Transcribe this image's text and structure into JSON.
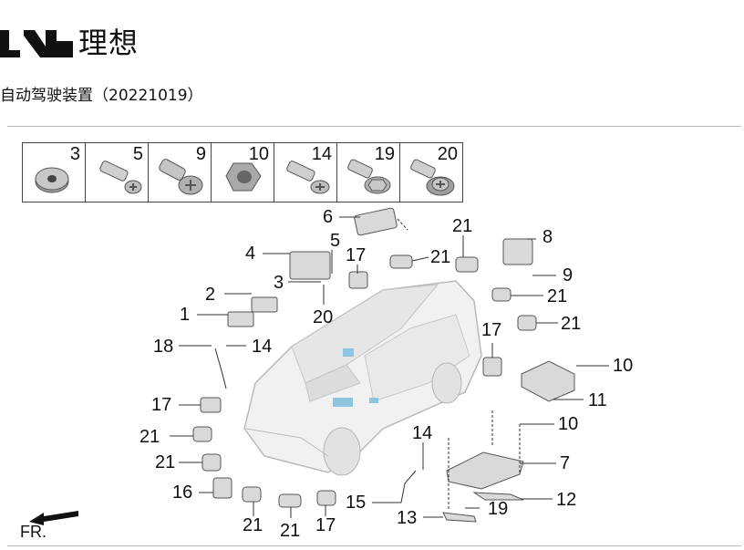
{
  "brand": {
    "name": "理想"
  },
  "document": {
    "subtitle": "自动驾驶装置（20221019）"
  },
  "hardware_strip": [
    {
      "num": "3",
      "icon": "washer-icon"
    },
    {
      "num": "5",
      "icon": "bolt-icon"
    },
    {
      "num": "9",
      "icon": "screw-icon"
    },
    {
      "num": "10",
      "icon": "nut-icon"
    },
    {
      "num": "14",
      "icon": "bolt-icon"
    },
    {
      "num": "19",
      "icon": "flange-bolt-icon"
    },
    {
      "num": "20",
      "icon": "washer-screw-icon"
    }
  ],
  "callouts": [
    "6",
    "21",
    "8",
    "4",
    "5",
    "17",
    "21",
    "9",
    "3",
    "21",
    "2",
    "20",
    "21",
    "1",
    "17",
    "18",
    "14",
    "10",
    "11",
    "17",
    "10",
    "21",
    "14",
    "7",
    "21",
    "12",
    "16",
    "15",
    "19",
    "13",
    "21",
    "21",
    "17"
  ],
  "orientation": {
    "label": "FR."
  }
}
